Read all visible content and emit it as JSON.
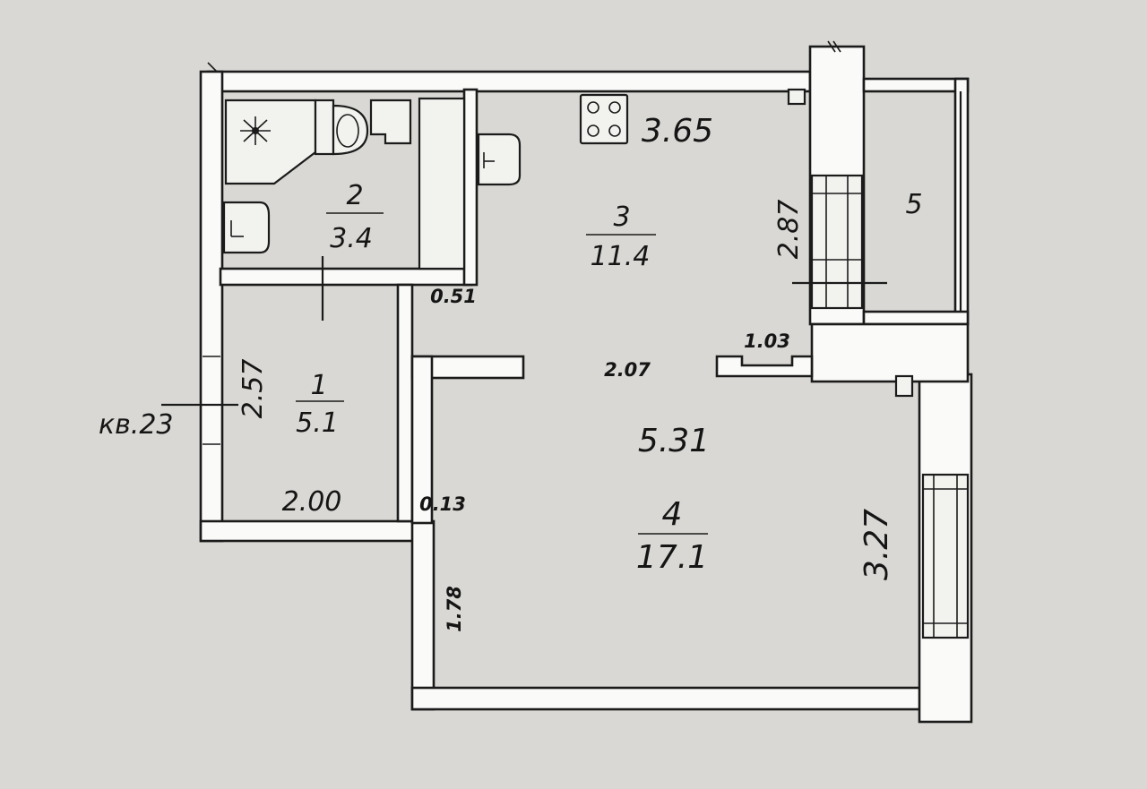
{
  "rooms": [
    {
      "number": "1",
      "area": "5.1"
    },
    {
      "number": "2",
      "area": "3.4"
    },
    {
      "number": "3",
      "area": "11.4"
    },
    {
      "number": "4",
      "area": "17.1"
    },
    {
      "number": "5"
    }
  ],
  "dimensions": {
    "kitchen_width": "3.65",
    "kitchen_depth": "2.87",
    "hall_depth": "2.57",
    "hall_width": "2.00",
    "passage_wall": "0.51",
    "wall_thickness": "0.13",
    "opening_1": "1.03",
    "opening_2": "2.07",
    "living_width": "5.31",
    "living_depth": "3.27",
    "recess_depth": "1.78"
  },
  "apartment_label": "кв.23"
}
